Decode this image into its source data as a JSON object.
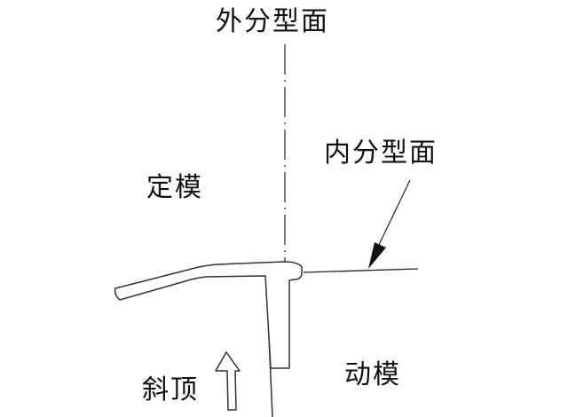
{
  "labels": {
    "outer_parting_surface": "外分型面",
    "inner_parting_surface": "内分型面",
    "fixed_mold": "定模",
    "lifter": "斜顶",
    "moving_mold": "动模"
  },
  "colors": {
    "line": "#222222",
    "background": "#ffffff"
  }
}
